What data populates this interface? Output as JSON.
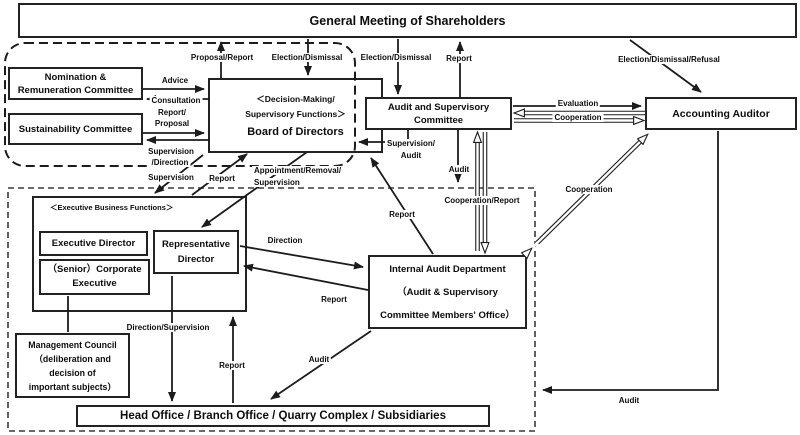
{
  "nodes": {
    "shareholders": {
      "title": "General Meeting of Shareholders"
    },
    "nomination": {
      "line1": "Nomination &",
      "line2": "Remuneration Committee"
    },
    "sustainability": {
      "title": "Sustainability Committee"
    },
    "board": {
      "tag1": "＜Decision-Making/",
      "tag2": "Supervisory Functions＞",
      "title": "Board of Directors"
    },
    "audit_committee": {
      "line1": "Audit and Supervisory",
      "line2": "Committee"
    },
    "accounting_auditor": {
      "title": "Accounting Auditor"
    },
    "executive": {
      "tag": "＜Executive Business Functions＞"
    },
    "executive_director": {
      "title": "Executive Director"
    },
    "corporate_executive": {
      "line1": "（Senior）Corporate",
      "line2": "Executive"
    },
    "representative_director": {
      "line1": "Representative",
      "line2": "Director"
    },
    "management_council": {
      "line1": "Management Council",
      "line2": "（deliberation and",
      "line3": "decision of",
      "line4": "important subjects）"
    },
    "internal_audit": {
      "line1": "Internal Audit Department",
      "line2": "（Audit & Supervisory",
      "line3": "Committee Members' Office）"
    },
    "head_office": {
      "title": "Head Office / Branch Office / Quarry Complex / Subsidiaries"
    }
  },
  "labels": {
    "proposal_report": "Proposal/Report",
    "election_dismissal_board": "Election/Dismissal",
    "election_dismissal_audit": "Election/Dismissal",
    "report_to_gms": "Report",
    "election_dismissal_refusal": "Election/Dismissal/Refusal",
    "advice": "Advice",
    "consultation": "Consultation",
    "report_proposal_1": "Report/",
    "report_proposal_2": "Proposal",
    "supervision_direction_1": "Supervision",
    "supervision_direction_2": "/Direction",
    "supervision_exec": "Supervision",
    "report_exec": "Report",
    "appointment_1": "Appointment/Removal/",
    "appointment_2": "Supervision",
    "supervision_audit_1": "Supervision/",
    "supervision_audit_2": "Audit",
    "audit_down": "Audit",
    "evaluation": "Evaluation",
    "cooperation_h": "Cooperation",
    "cooperation_diag": "Cooperation",
    "cooperation_report": "Cooperation/Report",
    "report_board": "Report",
    "direction": "Direction",
    "report_repdir": "Report",
    "direction_supervision": "Direction/Supervision",
    "report_up": "Report",
    "audit_headoffice": "Audit",
    "audit_accounting": "Audit"
  },
  "colors": {
    "line": "#1c1c1c",
    "border": "#232323",
    "background": "#ffffff",
    "text": "#0d0d0d"
  }
}
